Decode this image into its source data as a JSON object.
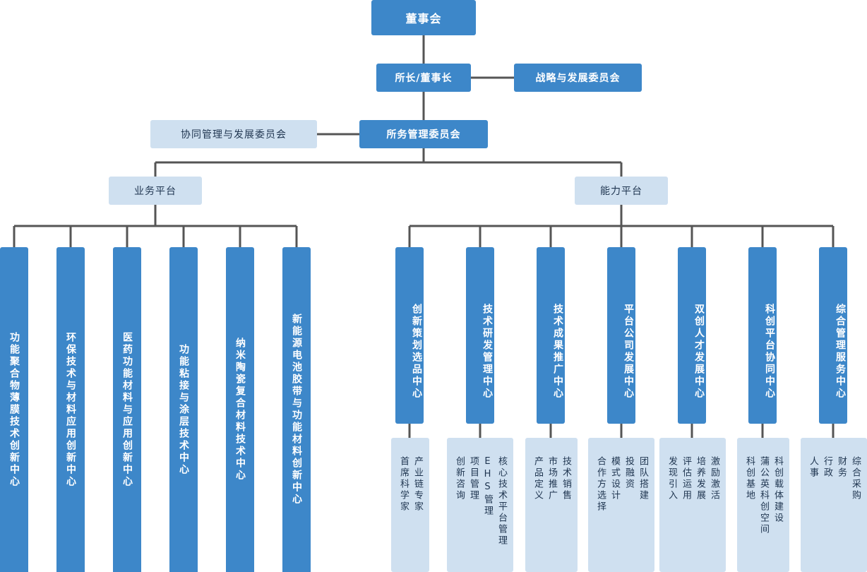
{
  "top": {
    "board": "董事会",
    "director": "所长/董事长",
    "strategy_committee": "战略与发展委员会",
    "coordination_committee": "协同管理与发展委员会",
    "management_committee": "所务管理委员会"
  },
  "platforms": {
    "business": "业务平台",
    "capability": "能力平台"
  },
  "business_centers": [
    "功能聚合物薄膜技术创新中心",
    "环保技术与材料应用创新中心",
    "医药功能材料与应用创新中心",
    "功能粘接与涂层技术中心",
    "纳米陶瓷复合材料技术中心",
    "新能源电池胶带与功能材料创新中心"
  ],
  "capability_centers": [
    {
      "name": "创新策划选品中心",
      "duties": [
        "产业链专家",
        "首席科学家"
      ]
    },
    {
      "name": "技术研发管理中心",
      "duties": [
        "核心技术平台管理",
        "EHS管理",
        "项目管理",
        "创新咨询"
      ]
    },
    {
      "name": "技术成果推广中心",
      "duties": [
        "技术销售",
        "市场推广",
        "产品定义"
      ]
    },
    {
      "name": "平台公司发展中心",
      "duties": [
        "团队搭建",
        "投融资",
        "模式设计",
        "合作方选择"
      ]
    },
    {
      "name": "双创人才发展中心",
      "duties": [
        "激励激活",
        "培养发展",
        "评估运用",
        "发现引入"
      ]
    },
    {
      "name": "科创平台协同中心",
      "duties": [
        "科创载体建设",
        "蒲公英科创空间",
        "科创基地"
      ]
    },
    {
      "name": "综合管理服务中心",
      "duties": [
        "综合采购",
        "财务",
        "行政",
        "人事"
      ]
    }
  ],
  "colors": {
    "dark": "#3d87c9",
    "light": "#cfe0f0",
    "line": "#555555"
  }
}
